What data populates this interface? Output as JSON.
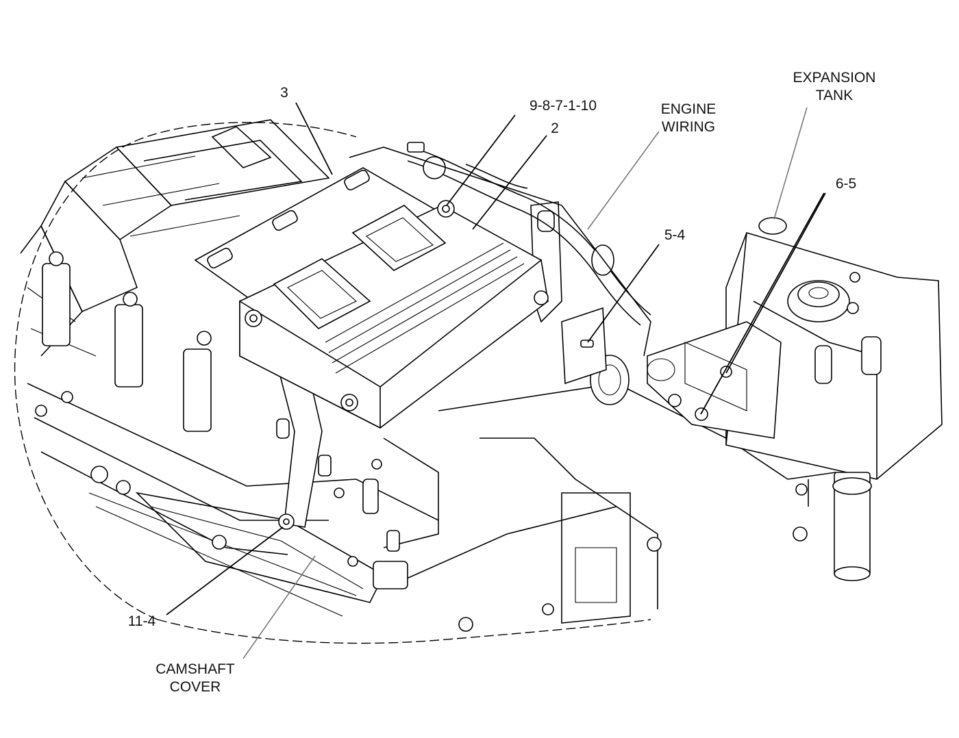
{
  "callouts": {
    "c3": "3",
    "c98": "9-8-7-1-10",
    "c2": "2",
    "engine_wiring_1": "ENGINE",
    "engine_wiring_2": "WIRING",
    "expansion_tank_1": "EXPANSION",
    "expansion_tank_2": "TANK",
    "c65": "6-5",
    "c54": "5-4",
    "c114": "11-4",
    "camshaft_cover_1": "CAMSHAFT",
    "camshaft_cover_2": "COVER"
  }
}
